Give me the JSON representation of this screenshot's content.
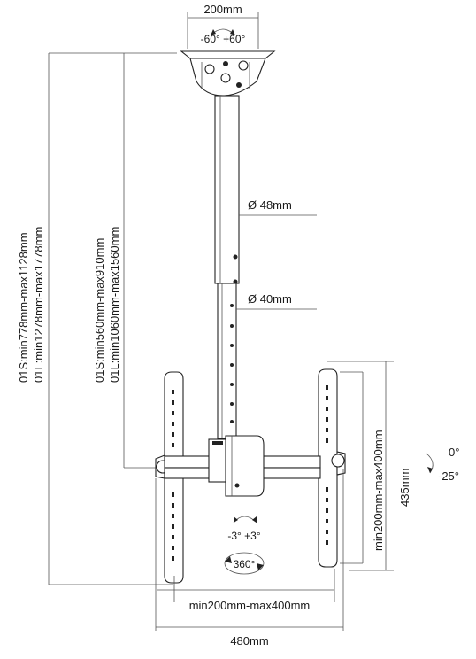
{
  "labels": {
    "top_width": "200mm",
    "top_tilt": "-60°  +60°",
    "outer_range_1": "01S:min778mm-max1128mm",
    "outer_range_2": "01L:min1278mm-max1778mm",
    "inner_range_1": "01S:min560mm-max910mm",
    "inner_range_2": "01L:min1060mm-max1560mm",
    "tube_upper": "Ø 48mm",
    "tube_lower": "Ø 40mm",
    "plate_vertical": "min200mm-max400mm",
    "plate_height": "435mm",
    "tilt_top": "0°",
    "tilt_bottom": "-25°",
    "swivel": "-3°  +3°",
    "rotate": "360°",
    "plate_horizontal": "min200mm-max400mm",
    "total_width": "480mm"
  }
}
